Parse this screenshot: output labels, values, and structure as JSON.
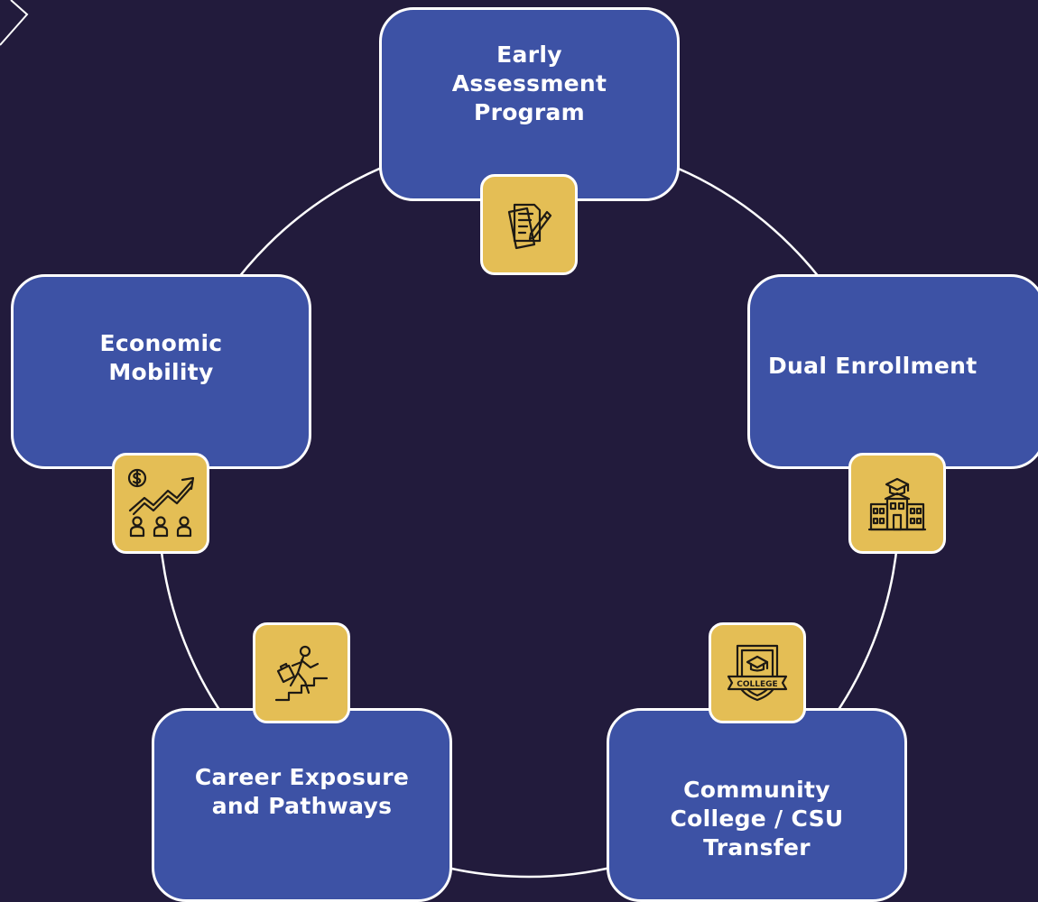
{
  "diagram": {
    "nodes": [
      {
        "id": "early-assessment",
        "label": "Early Assessment Program",
        "icon": "document-pencil-icon"
      },
      {
        "id": "dual-enrollment",
        "label": "Dual Enrollment",
        "icon": "school-building-icon"
      },
      {
        "id": "transfer",
        "label": "Community College / CSU Transfer",
        "icon": "college-crest-icon"
      },
      {
        "id": "career",
        "label": "Career Exposure and Pathways",
        "icon": "person-climbing-stairs-icon"
      },
      {
        "id": "mobility",
        "label": "Economic Mobility",
        "icon": "growth-chart-people-icon"
      }
    ],
    "badge_text": {
      "college": "COLLEGE"
    },
    "colors": {
      "background": "#221b3c",
      "node_fill": "#3d52a5",
      "node_border": "#ffffff",
      "badge_fill": "#e4be55",
      "ring": "#ffffff",
      "icon_stroke": "#1e1a14"
    }
  }
}
